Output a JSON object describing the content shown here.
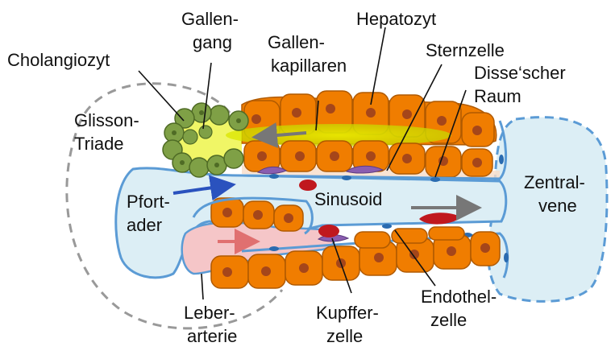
{
  "labels": {
    "gallengang_l1": "Gallen-",
    "gallengang_l2": "gang",
    "hepatozyt": "Hepatozyt",
    "gallenkapillaren_l1": "Gallen-",
    "gallenkapillaren_l2": "kapillaren",
    "cholangiozyt": "Cholangiozyt",
    "sternzelle": "Sternzelle",
    "disse_l1": "Disse‘scher",
    "disse_l2": "Raum",
    "glisson_l1": "Glisson-",
    "glisson_l2": "Triade",
    "pfortader_l1": "Pfort-",
    "pfortader_l2": "ader",
    "sinusoid": "Sinusoid",
    "zentralvene_l1": "Zentral-",
    "zentralvene_l2": "vene",
    "leberarterie_l1": "Leber-",
    "leberarterie_l2": "arterie",
    "kupfferzelle_l1": "Kupffer-",
    "kupfferzelle_l2": "zelle",
    "endothelzelle_l1": "Endothel-",
    "endothelzelle_l2": "zelle"
  },
  "colors": {
    "hepatocyte": "#F07D00",
    "hepatocyte_nucleus": "#A5461A",
    "cholangiocyte": "#7FA046",
    "bile": "#D8E600",
    "vessel_fill": "#DCEEF5",
    "vessel_wall": "#5B9BD5",
    "artery": "#F5C6C8",
    "kupffer": "#C0181E",
    "stellate": "#8A5DB0",
    "dashed": "#999999"
  }
}
